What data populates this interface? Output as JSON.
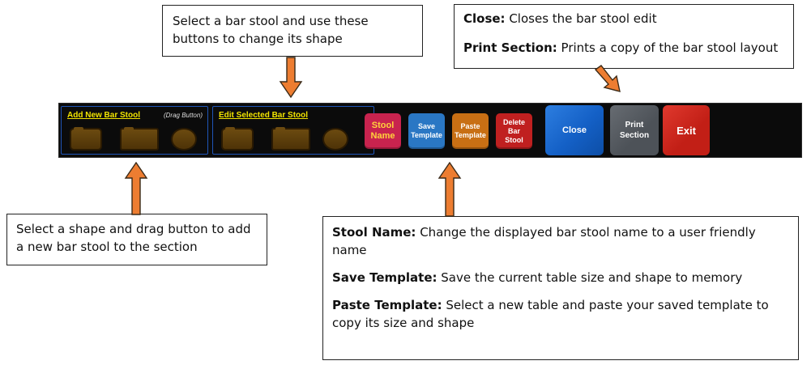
{
  "callouts": {
    "shape": {
      "text": "Select a bar stool and use these buttons to change its shape"
    },
    "close": {
      "line1_bold": "Close:",
      "line1_text": " Closes the bar stool edit",
      "line2_bold": "Print Section:",
      "line2_text": " Prints a copy of the bar stool layout"
    },
    "add": {
      "text": "Select a shape and drag button to add a new bar stool to the section"
    },
    "stool": {
      "name_bold": "Stool Name:",
      "name_text": " Change the displayed bar stool name to a user friendly name",
      "save_bold": "Save Template:",
      "save_text": " Save the current table size and shape to memory",
      "paste_bold": "Paste Template:",
      "paste_text": " Select a new table and paste your saved template to copy its size and shape"
    }
  },
  "toolbar": {
    "add_group": {
      "title": "Add New Bar Stool",
      "note": "(Drag Button)"
    },
    "edit_group": {
      "title": "Edit Selected Bar Stool"
    },
    "stool_name": [
      "Stool",
      "Name"
    ],
    "save_template": [
      "Save",
      "Template"
    ],
    "paste_template": [
      "Paste",
      "Template"
    ],
    "delete_stool": [
      "Delete",
      "Bar",
      "Stool"
    ],
    "close": "Close",
    "print_section": [
      "Print",
      "Section"
    ],
    "exit": "Exit"
  },
  "colors": {
    "arrow": "#ed7d31",
    "toolbar_bg": "#0b0b0b",
    "group_border": "#1f55b8",
    "stool_name_btn": "#c8234e",
    "save_btn": "#2a77c4",
    "paste_btn": "#c86f14",
    "delete_btn": "#c02020",
    "close_btn": "#1460c6",
    "print_btn": "#4d5258",
    "exit_btn": "#c21f16"
  }
}
